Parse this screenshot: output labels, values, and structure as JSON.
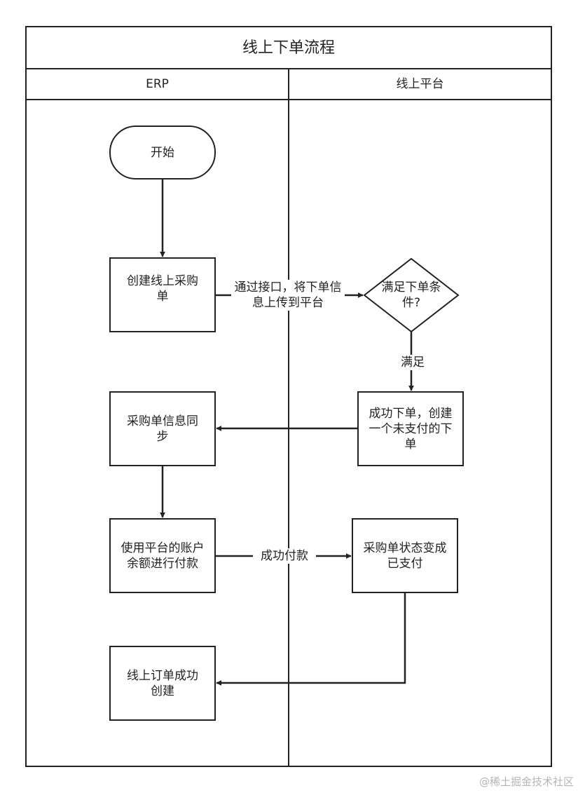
{
  "title": "线上下单流程",
  "lanes": [
    "ERP",
    "线上平台"
  ],
  "nodes": {
    "start": "开始",
    "create_order": "创建线上采购单",
    "check_conditions": "满足下单条件?",
    "success_order": "成功下单，创建一个未支付的下单",
    "sync_info": "采购单信息同步",
    "pay": "使用平台的账户余额进行付款",
    "status_paid": "采购单状态变成已支付",
    "order_created": "线上订单成功创建"
  },
  "edge_labels": {
    "upload": "通过接口，将下单信息上传到平台",
    "satisfied": "满足",
    "paid": "成功付款"
  },
  "watermark": "@稀土掘金技术社区"
}
